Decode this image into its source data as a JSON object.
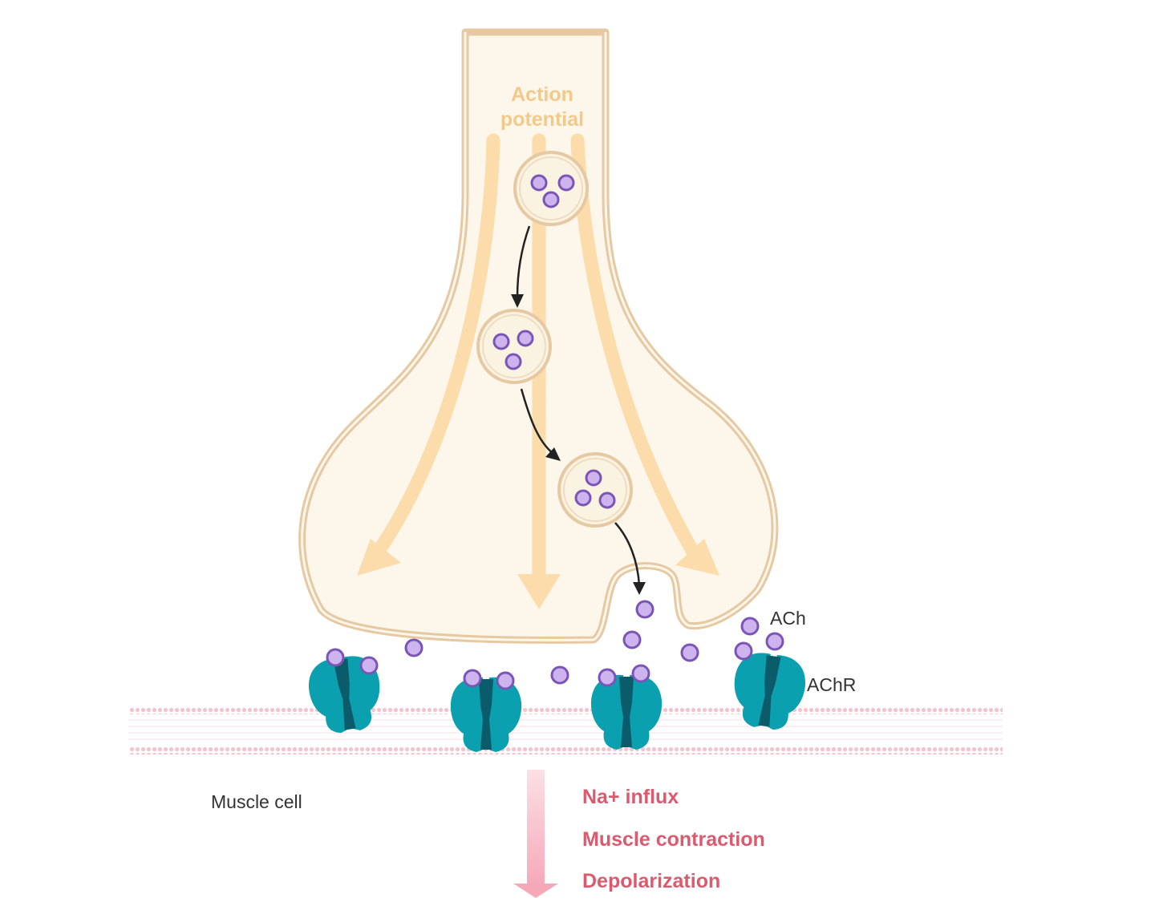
{
  "labels": {
    "action_potential_line1": "Action",
    "action_potential_line2": "potential",
    "ach": "ACh",
    "achr": "AChR",
    "muscle_cell": "Muscle cell",
    "effects": [
      "Na+ influx",
      "Muscle contraction",
      "Depolarization"
    ]
  },
  "colors": {
    "axon_fill": "#fdf6ea",
    "axon_outline": "#e6c9a2",
    "signal_arrow": "#fbdcaa",
    "vesicle_fill": "#fbf3e2",
    "ach_molecule": "#cdb4ee",
    "ach_outline": "#7a55b5",
    "receptor": "#0aa0b0",
    "receptor_dark": "#0b5c6a",
    "membrane": "#f6c3cd",
    "text_red": "#dc5a6e",
    "text_dark": "#333333"
  },
  "icons": {
    "vesicle": "synaptic-vesicle-icon",
    "molecule": "acetylcholine-molecule-icon",
    "receptor": "acetylcholine-receptor-icon"
  }
}
